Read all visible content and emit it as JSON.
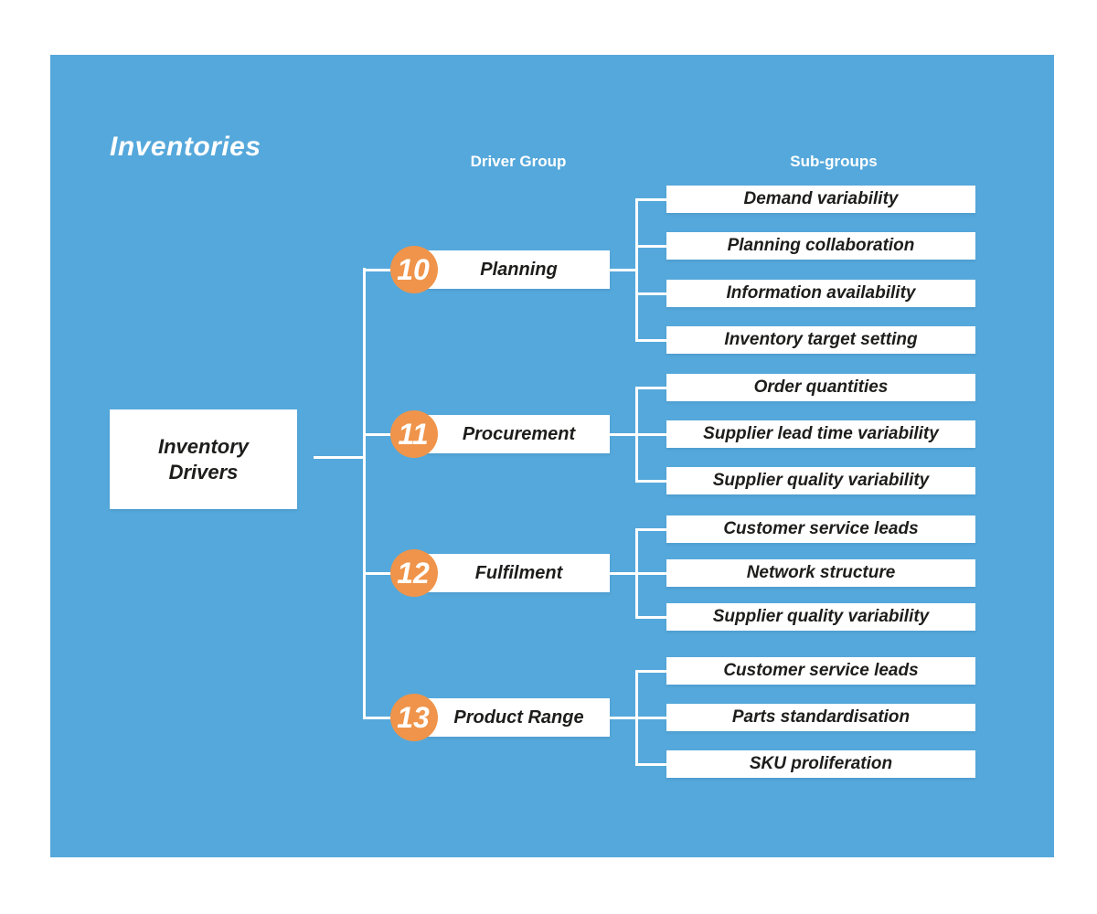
{
  "title": "Inventories",
  "column_headers": {
    "driver_group": "Driver Group",
    "sub_groups": "Sub-groups"
  },
  "root_node": {
    "label": "Inventory\nDrivers"
  },
  "groups": [
    {
      "number": "10",
      "label": "Planning",
      "subs": [
        {
          "label": "Demand variability"
        },
        {
          "label": "Planning collaboration"
        },
        {
          "label": "Information availability"
        },
        {
          "label": "Inventory target setting"
        }
      ]
    },
    {
      "number": "11",
      "label": "Procurement",
      "subs": [
        {
          "label": "Order quantities"
        },
        {
          "label": "Supplier lead time variability"
        },
        {
          "label": "Supplier quality variability"
        }
      ]
    },
    {
      "number": "12",
      "label": "Fulfilment",
      "subs": [
        {
          "label": "Customer service leads"
        },
        {
          "label": "Network structure"
        },
        {
          "label": "Supplier quality variability"
        }
      ]
    },
    {
      "number": "13",
      "label": "Product Range",
      "subs": [
        {
          "label": "Customer service leads"
        },
        {
          "label": "Parts standardisation"
        },
        {
          "label": "SKU proliferation"
        }
      ]
    }
  ],
  "colors": {
    "panel_bg": "#55A8DB",
    "accent_orange": "#EF944A",
    "node_bg": "#FFFFFF",
    "text_dark": "#1D1D1B",
    "text_light": "#FFFFFF"
  }
}
